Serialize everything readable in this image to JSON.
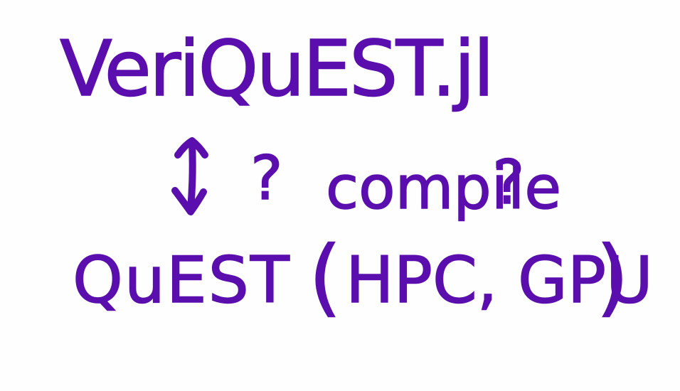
{
  "colors": {
    "background": "#fefefe",
    "ink": "#5a0eae"
  },
  "line1": {
    "text": "VeriQuEST.jl"
  },
  "line2": {
    "arrow_icon": "double-headed-vertical-arrow-icon",
    "question_left": "?",
    "compile": "compile",
    "question_right": "?"
  },
  "line3": {
    "name": "QuEST",
    "open_paren": "(",
    "targets": "HPC, GPU",
    "close_paren": ")"
  }
}
